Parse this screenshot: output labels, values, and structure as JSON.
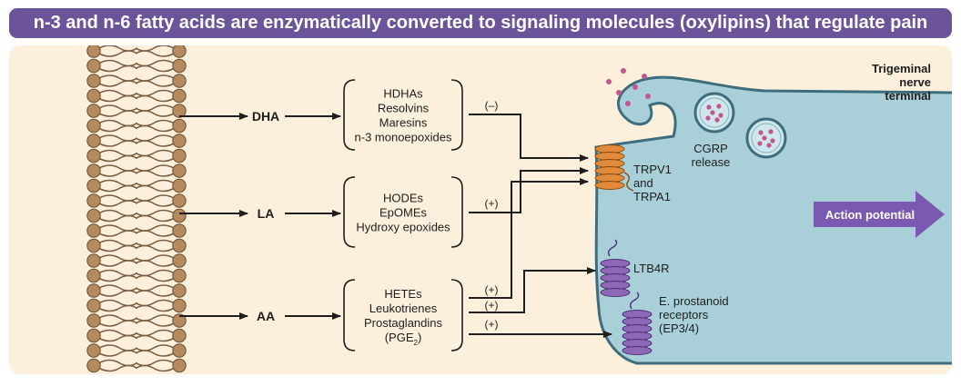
{
  "title": "n-3 and n-6 fatty acids are enzymatically converted to signaling molecules (oxylipins) that regulate pain",
  "colors": {
    "title_bg": "#6b5499",
    "panel_bg": "#fcf0dc",
    "neuron_fill": "#a9d0d8",
    "neuron_stroke": "#3e6e7d",
    "lipid_head": "#b48a5e",
    "lipid_tail": "#7a5c3f",
    "trpv1_channel": "#e08a3a",
    "receptor": "#8e69b7",
    "arrow_fill": "#7a5ab0",
    "vesicle_dot": "#c2578f",
    "text": "#1e1e1e"
  },
  "fatty_acids": [
    {
      "label": "DHA",
      "products": [
        "HDHAs",
        "Resolvins",
        "Maresins",
        "n-3 monoepoxides"
      ],
      "effect": "(–)"
    },
    {
      "label": "LA",
      "products": [
        "HODEs",
        "EpOMEs",
        "Hydroxy epoxides"
      ],
      "effect": "(+)"
    },
    {
      "label": "AA",
      "products": [
        "HETEs",
        "Leukotrienes",
        "Prostaglandins"
      ],
      "extra_product": "(PGE",
      "extra_sub": "2",
      "extra_close": ")",
      "effects": [
        "(+)",
        "(+)",
        "(+)"
      ]
    }
  ],
  "targets": {
    "trpv1": [
      "TRPV1",
      "and",
      "TRPA1"
    ],
    "ltb4r": "LTB4R",
    "prostanoid": [
      "E. prostanoid",
      "receptors",
      "(EP3/4)"
    ]
  },
  "cgrp": [
    "CGRP",
    "release"
  ],
  "nerve_label": [
    "Trigeminal",
    "nerve",
    "terminal"
  ],
  "action_potential": "Action potential",
  "icons": {
    "arrowhead": "triangle-arrow",
    "vesicle": "vesicle-circle",
    "lipid": "phospholipid"
  }
}
